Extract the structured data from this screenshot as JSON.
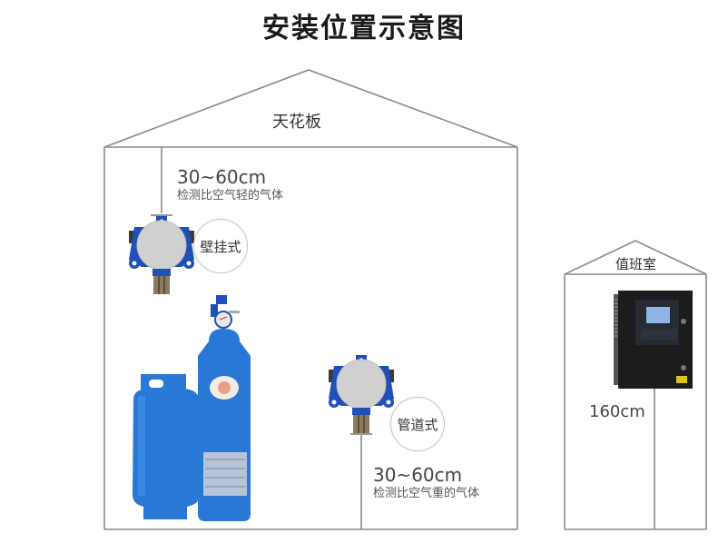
{
  "title": "安装位置示意图",
  "main_room": {
    "ceiling_label": "天花板",
    "wall_mount": {
      "distance": "30~60cm",
      "description": "检测比空气轻的气体",
      "mount_label": "壁挂式",
      "device_icon": "gas-detector-icon"
    },
    "pipe_mount": {
      "distance": "30~60cm",
      "description": "检测比空气重的气体",
      "mount_label": "管道式",
      "device_icon": "gas-detector-icon"
    },
    "cylinders": [
      "lpg-tank-icon",
      "gas-cylinder-icon"
    ]
  },
  "duty_room": {
    "label": "值班室",
    "controller_icon": "alarm-controller-icon",
    "height": "160cm"
  },
  "colors": {
    "line": "#8a8a8a",
    "detector_blue": "#1f4fb8",
    "cylinder_blue": "#2a78d6",
    "detector_gray": "#cfcfcf",
    "controller_black": "#1c1c1c",
    "controller_screen": "#8fb4e6"
  }
}
